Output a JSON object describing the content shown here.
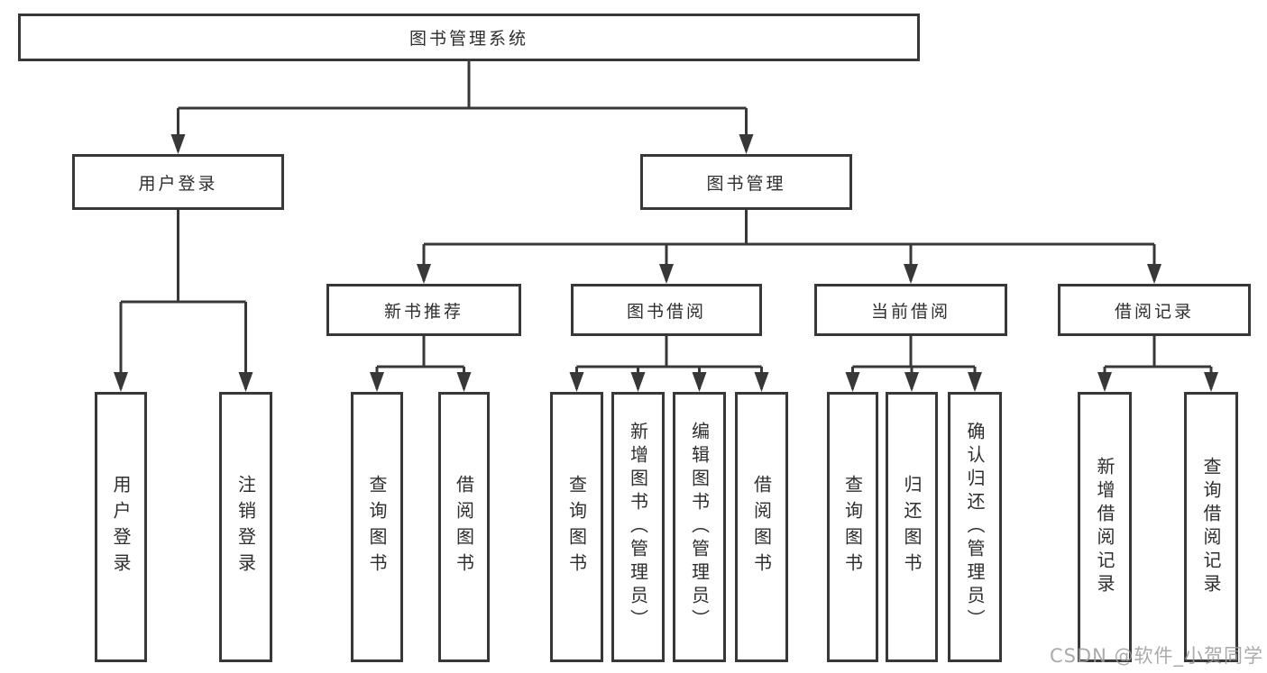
{
  "colors": {
    "line": "#383838",
    "box_border": "#383838",
    "text": "#2e2e2e",
    "background": "#ffffff",
    "watermark": "#9c9c9c"
  },
  "diagram": {
    "root": {
      "label": "图书管理系统"
    },
    "login_branch": {
      "label": "用户登录",
      "leaves": [
        "用户登录",
        "注销登录"
      ]
    },
    "management_branch": {
      "label": "图书管理",
      "groups": [
        {
          "label": "新书推荐",
          "leaves": [
            "查询图书",
            "借阅图书"
          ]
        },
        {
          "label": "图书借阅",
          "leaves": [
            "查询图书",
            "新增图书（管理员）",
            "编辑图书（管理员）",
            "借阅图书"
          ]
        },
        {
          "label": "当前借阅",
          "leaves": [
            "查询图书",
            "归还图书",
            "确认归还（管理员）"
          ]
        },
        {
          "label": "借阅记录",
          "leaves": [
            "新增借阅记录",
            "查询借阅记录"
          ]
        }
      ]
    }
  },
  "watermark": {
    "text": "CSDN @软件_小贺同学"
  }
}
